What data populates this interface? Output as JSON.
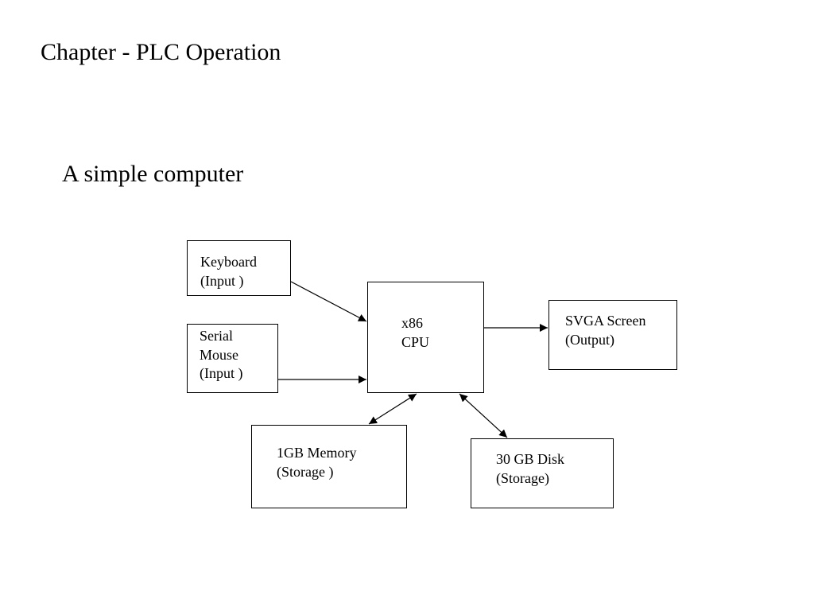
{
  "slide": {
    "chapter_title": "Chapter - PLC Operation",
    "title": "A simple computer"
  },
  "diagram": {
    "nodes": {
      "keyboard": {
        "line1": "Keyboard",
        "line2": "(Input )"
      },
      "mouse": {
        "line1": "Serial",
        "line2": "Mouse",
        "line3": "(Input )"
      },
      "cpu": {
        "line1": "x86",
        "line2": "CPU"
      },
      "screen": {
        "line1": "SVGA Screen",
        "line2": "(Output)"
      },
      "memory": {
        "line1": "1GB Memory",
        "line2": "(Storage )"
      },
      "disk": {
        "line1": "30 GB Disk",
        "line2": "(Storage)"
      }
    },
    "edges": [
      {
        "from": "keyboard",
        "to": "cpu",
        "direction": "one-way"
      },
      {
        "from": "mouse",
        "to": "cpu",
        "direction": "one-way"
      },
      {
        "from": "cpu",
        "to": "screen",
        "direction": "one-way"
      },
      {
        "from": "cpu",
        "to": "memory",
        "direction": "two-way"
      },
      {
        "from": "cpu",
        "to": "disk",
        "direction": "two-way"
      }
    ],
    "colors": {
      "stroke": "#000000",
      "background": "#ffffff"
    }
  }
}
